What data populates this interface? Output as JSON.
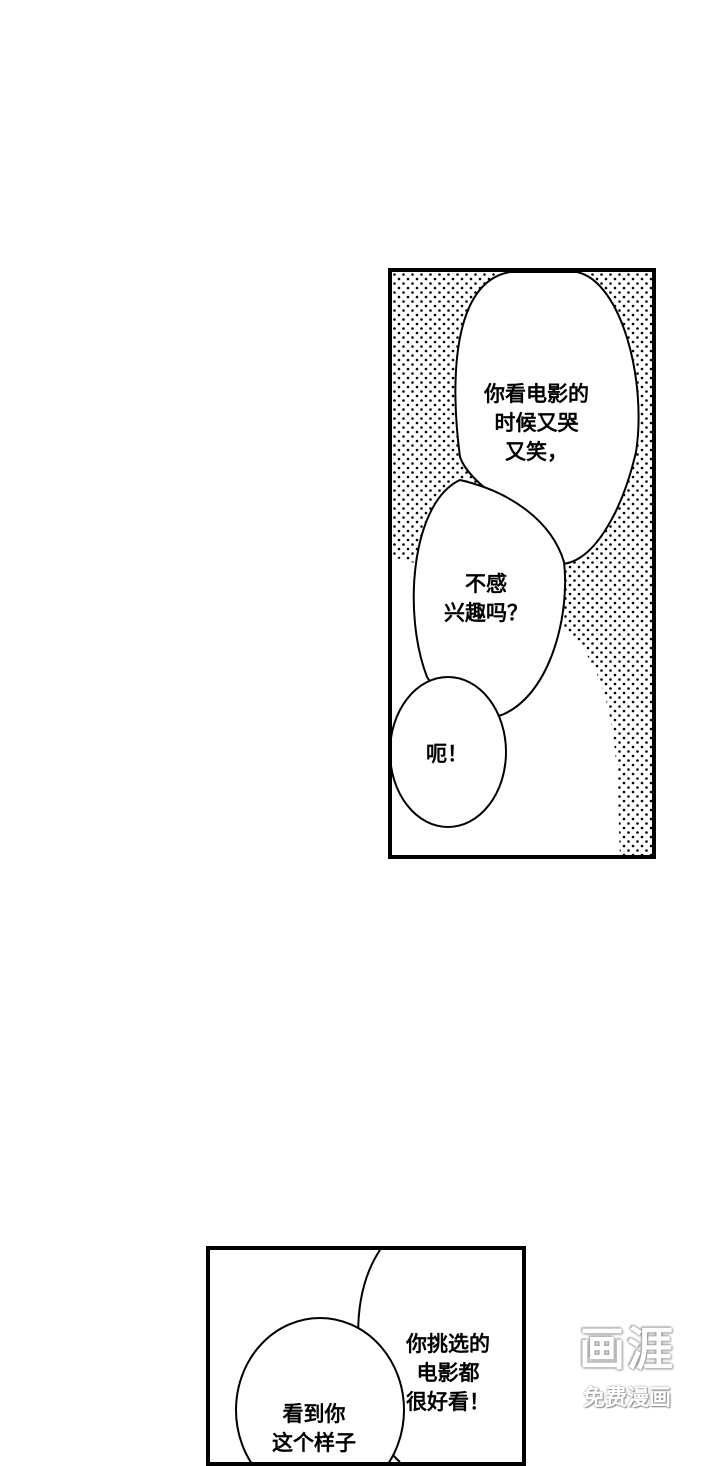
{
  "colors": {
    "ink": "#000000",
    "paper": "#ffffff",
    "screentone": "#000000",
    "watermark_outline": "#9a9a9a"
  },
  "panel_1": {
    "bubble_top": [
      "你看电影的",
      "时候又哭",
      "又笑，"
    ],
    "bubble_middle": [
      "不感",
      "兴趣吗？"
    ],
    "bubble_bottom": [
      "呃！"
    ]
  },
  "panel_2": {
    "bubble_right": [
      "你挑选的",
      "电影都",
      "很好看！"
    ],
    "bubble_left": [
      "看到你",
      "这个样子"
    ]
  },
  "watermark": {
    "logo": "画涯",
    "subtitle": "免费漫画"
  }
}
